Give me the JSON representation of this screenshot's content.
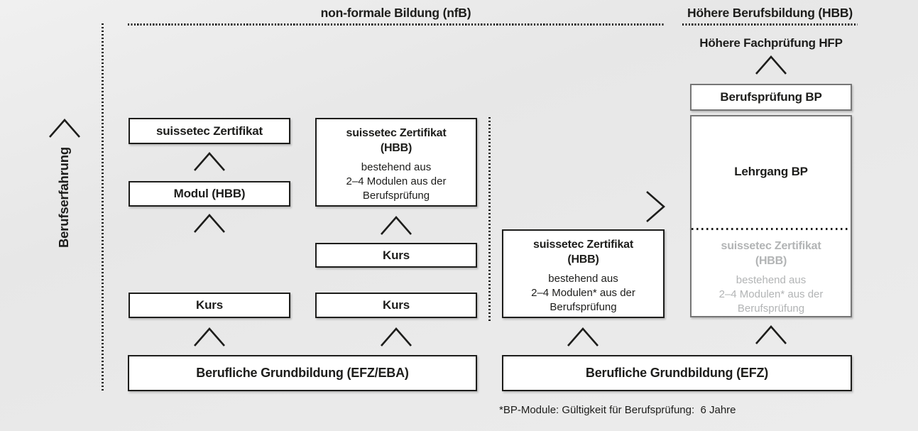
{
  "headers": {
    "nfb": "non-formale Bildung (nfB)",
    "hbb": "Höhere Berufsbildung (HBB)"
  },
  "side": {
    "axis_label": "Berufserfahrung"
  },
  "col1": {
    "zertifikat": "suissetec Zertifikat",
    "modul": "Modul (HBB)",
    "kurs": "Kurs"
  },
  "col2": {
    "cert_title": "suissetec Zertifikat",
    "cert_subtitle": "(HBB)",
    "cert_line1": "bestehend aus",
    "cert_line2": "2–4 Modulen aus der",
    "cert_line3": "Berufsprüfung",
    "kurs1": "Kurs",
    "kurs2": "Kurs"
  },
  "col3": {
    "cert_title": "suissetec Zertifikat",
    "cert_subtitle": "(HBB)",
    "cert_line1": "bestehend aus",
    "cert_line2": "2–4 Modulen* aus der",
    "cert_line3": "Berufsprüfung"
  },
  "col4": {
    "hfp": "Höhere Fachprüfung HFP",
    "bp": "Berufsprüfung BP",
    "lehrgang": "Lehrgang BP",
    "cert_title": "suissetec Zertifikat",
    "cert_subtitle": "(HBB)",
    "cert_line1": "bestehend aus",
    "cert_line2": "2–4 Modulen* aus der",
    "cert_line3": "Berufsprüfung"
  },
  "bottom": {
    "left": "Berufliche Grundbildung (EFZ/EBA)",
    "right": "Berufliche Grundbildung (EFZ)"
  },
  "footnote": "*BP-Module: Gültigkeit für Berufsprüfung:  6 Jahre",
  "colors": {
    "ink": "#1d1d1b",
    "muted_gray_text": "#b2b4b5",
    "gray_box_border": "#767676",
    "background": "#eaeaea"
  }
}
